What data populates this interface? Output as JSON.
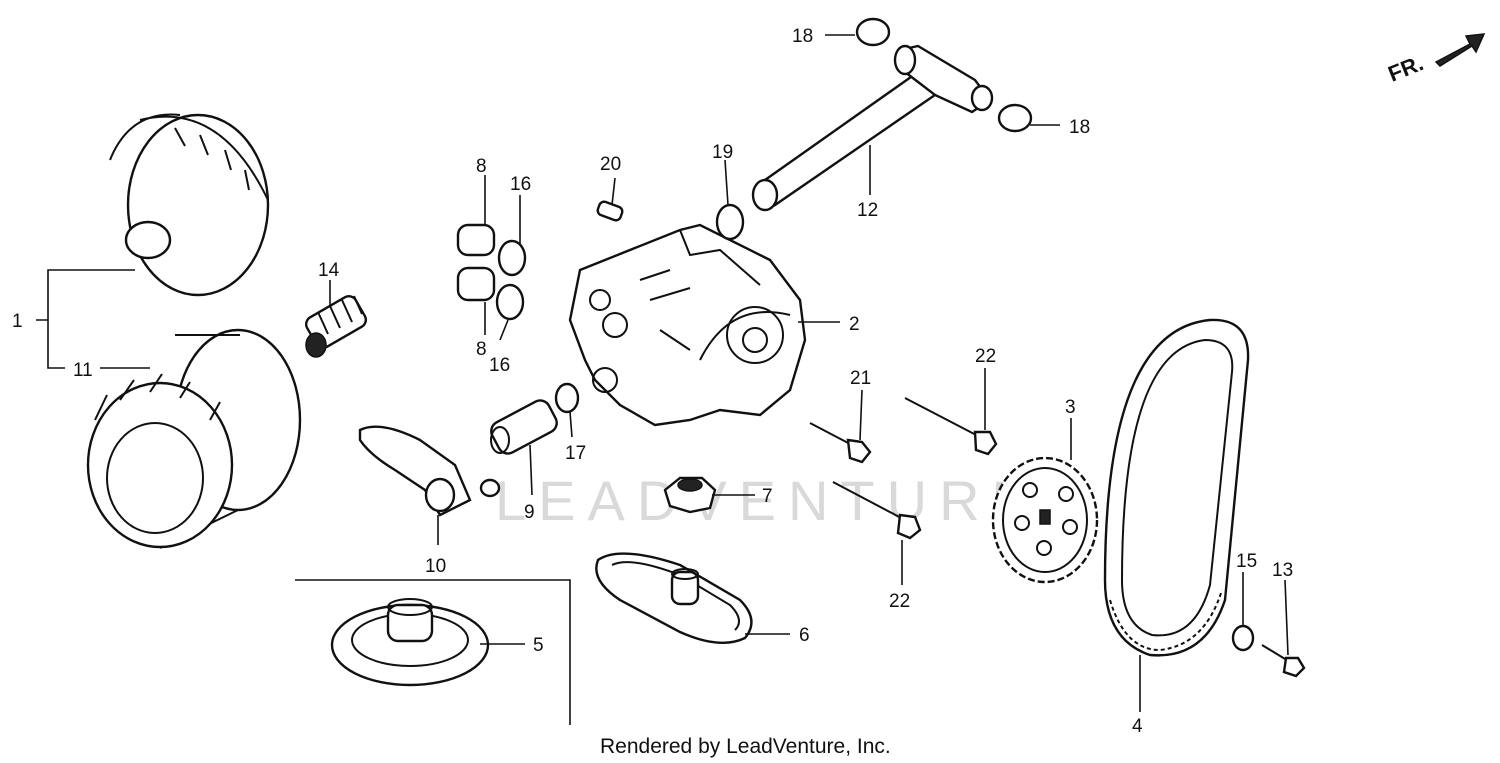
{
  "direction_marker": "FR.",
  "watermark": "LEADVENTURE",
  "footer": "Rendered by LeadVenture, Inc.",
  "callouts": {
    "c1": "1",
    "c2": "2",
    "c3": "3",
    "c4": "4",
    "c5": "5",
    "c6": "6",
    "c7": "7",
    "c8a": "8",
    "c8b": "8",
    "c9": "9",
    "c10": "10",
    "c11": "11",
    "c12": "12",
    "c13": "13",
    "c14": "14",
    "c15": "15",
    "c16a": "16",
    "c16b": "16",
    "c17": "17",
    "c18a": "18",
    "c18b": "18",
    "c19": "19",
    "c20": "20",
    "c21": "21",
    "c22a": "22",
    "c22b": "22"
  }
}
